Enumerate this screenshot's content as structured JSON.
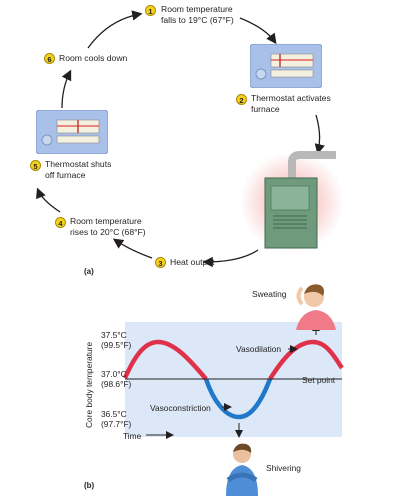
{
  "panel_a": {
    "label": "(a)",
    "steps": [
      {
        "num": "1",
        "line1": "Room temperature",
        "line2": "falls to 19°C (67°F)"
      },
      {
        "num": "2",
        "line1": "Thermostat activates",
        "line2": "furnace"
      },
      {
        "num": "3",
        "line1": "Heat output",
        "line2": ""
      },
      {
        "num": "4",
        "line1": "Room temperature",
        "line2": "rises to 20°C (68°F)"
      },
      {
        "num": "5",
        "line1": "Thermostat shuts",
        "line2": "off furnace"
      },
      {
        "num": "6",
        "line1": "Room cools down",
        "line2": ""
      }
    ],
    "colors": {
      "badge": "#f6d21c",
      "thermostat": "#a9c1e8",
      "furnace": "#6f9a7b",
      "furnace_glow": "#f4a0a0"
    }
  },
  "panel_b": {
    "label": "(b)",
    "ylabel": "Core body temperature",
    "yticks": [
      {
        "c": "37.5°C",
        "f": "(99.5°F)"
      },
      {
        "c": "37.0°C",
        "f": "(98.6°F)"
      },
      {
        "c": "36.5°C",
        "f": "(97.7°F)"
      }
    ],
    "xlabel": "Time",
    "annotations": {
      "sweating": "Sweating",
      "vasodilation": "Vasodilation",
      "set_point": "Set point",
      "vasoconstriction": "Vasoconstriction",
      "shivering": "Shivering"
    },
    "colors": {
      "background": "#dce8f7",
      "above": "#e0314b",
      "below": "#1f78c8"
    }
  }
}
